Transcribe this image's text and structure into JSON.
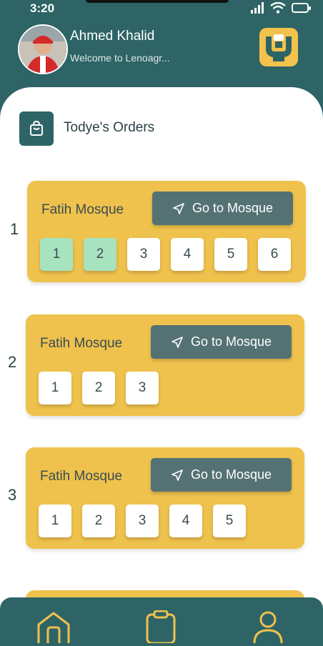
{
  "status_bar": {
    "time": "3:20"
  },
  "header": {
    "user_name": "Ahmed Khalid",
    "welcome": "Welcome to Lenoagr..."
  },
  "section": {
    "title": "Todye's Orders"
  },
  "colors": {
    "primary": "#2e6466",
    "card": "#efc24d",
    "button": "#547274",
    "done_slot": "#a8e3c0"
  },
  "orders": [
    {
      "index": "1",
      "mosque": "Fatih Mosque",
      "button_label": "Go to Mosque",
      "slots": [
        {
          "label": "1",
          "done": true
        },
        {
          "label": "2",
          "done": true
        },
        {
          "label": "3",
          "done": false
        },
        {
          "label": "4",
          "done": false
        },
        {
          "label": "5",
          "done": false
        },
        {
          "label": "6",
          "done": false
        }
      ]
    },
    {
      "index": "2",
      "mosque": "Fatih Mosque",
      "button_label": "Go to Mosque",
      "slots": [
        {
          "label": "1",
          "done": false
        },
        {
          "label": "2",
          "done": false
        },
        {
          "label": "3",
          "done": false
        }
      ]
    },
    {
      "index": "3",
      "mosque": "Fatih Mosque",
      "button_label": "Go to Mosque",
      "slots": [
        {
          "label": "1",
          "done": false
        },
        {
          "label": "2",
          "done": false
        },
        {
          "label": "3",
          "done": false
        },
        {
          "label": "4",
          "done": false
        },
        {
          "label": "5",
          "done": false
        }
      ]
    }
  ],
  "bottom_nav": [
    {
      "icon": "home-icon"
    },
    {
      "icon": "clipboard-icon"
    },
    {
      "icon": "profile-icon"
    }
  ]
}
